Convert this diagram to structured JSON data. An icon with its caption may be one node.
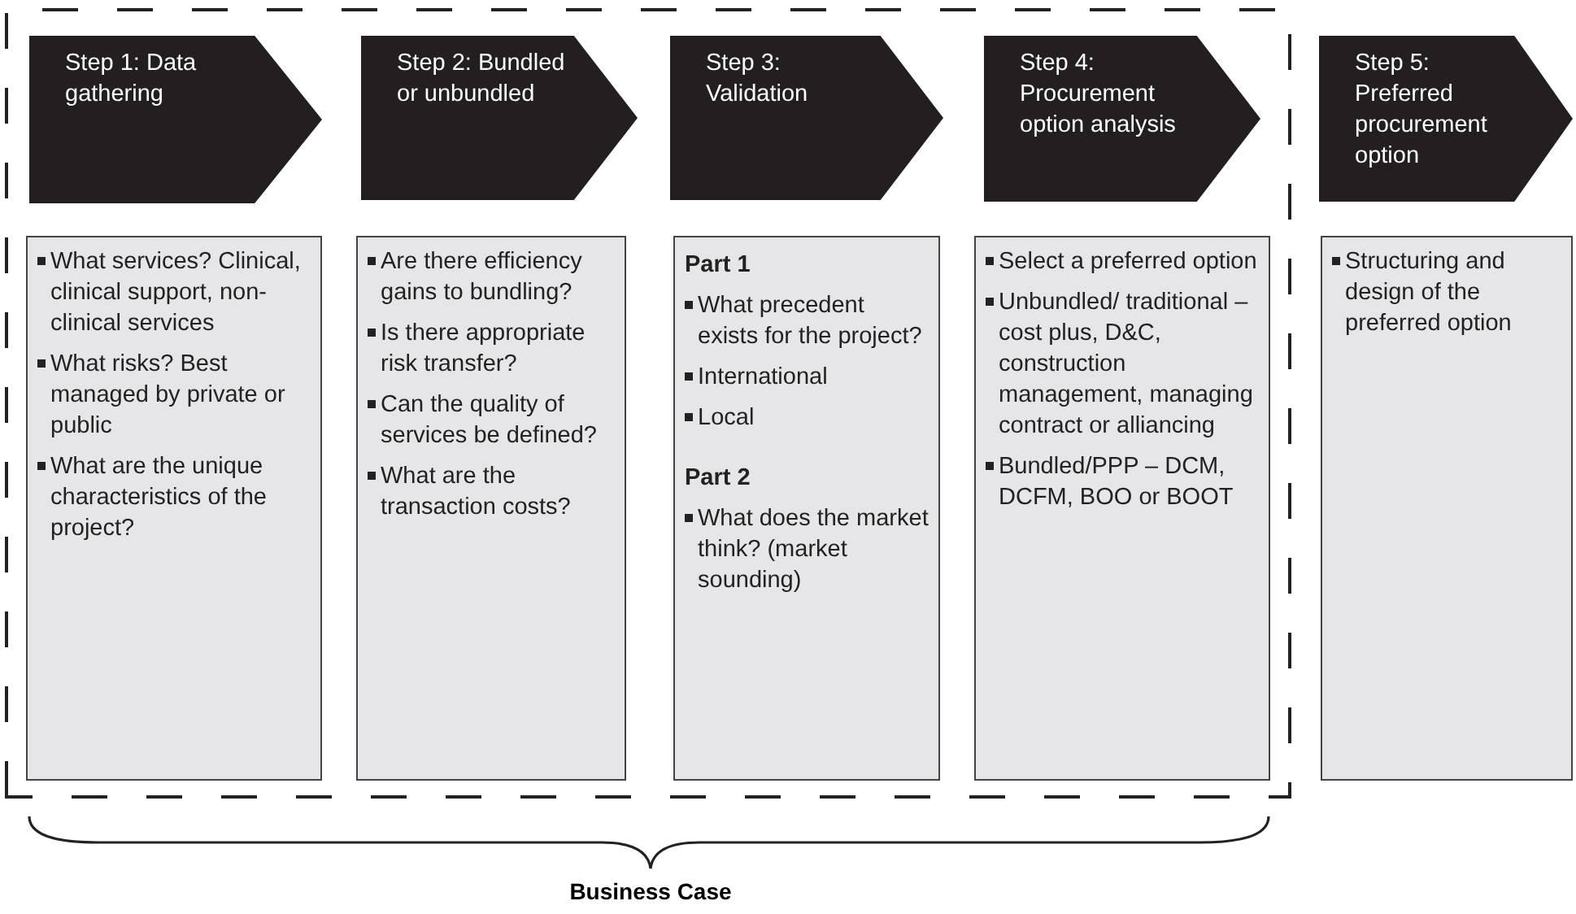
{
  "diagram": {
    "nodes": [
      {
        "text": [
          "Step 1: Data gathering"
        ]
      },
      {
        "text": [
          "Step 2: Bundled or unbundled"
        ]
      },
      {
        "text": [
          "Step 3: Validation"
        ]
      },
      {
        "text": [
          "Step 4: Procurement option analysis"
        ]
      },
      {
        "text": [
          "Step 5: Preferred procurement option"
        ]
      },
      {
        "text": [
          "What services? Clinical, clinical support, non-clinical services",
          "What risks? Best managed by private or public",
          "What are the unique characteristics of the project?"
        ]
      },
      {
        "text": [
          "Are there efficiency gains to bundling?",
          "Is there appropriate risk transfer?",
          "Can the quality of services be defined?",
          "What are the transaction costs?"
        ]
      },
      {
        "text": [
          "Part 1",
          "What precedent exists for the project?",
          "International",
          "Local",
          "Part 2",
          "What does the market think? (market sounding)"
        ]
      },
      {
        "text": [
          "Select a preferred option",
          "Unbundled/ traditional – cost plus, D&C, construction management, managing contract or alliancing",
          "Bundled/PPP – DCM, DCFM, BOO or BOOT"
        ]
      },
      {
        "text": [
          "Structuring and design of the preferred option"
        ]
      }
    ],
    "labels": [
      "Business Case"
    ]
  }
}
